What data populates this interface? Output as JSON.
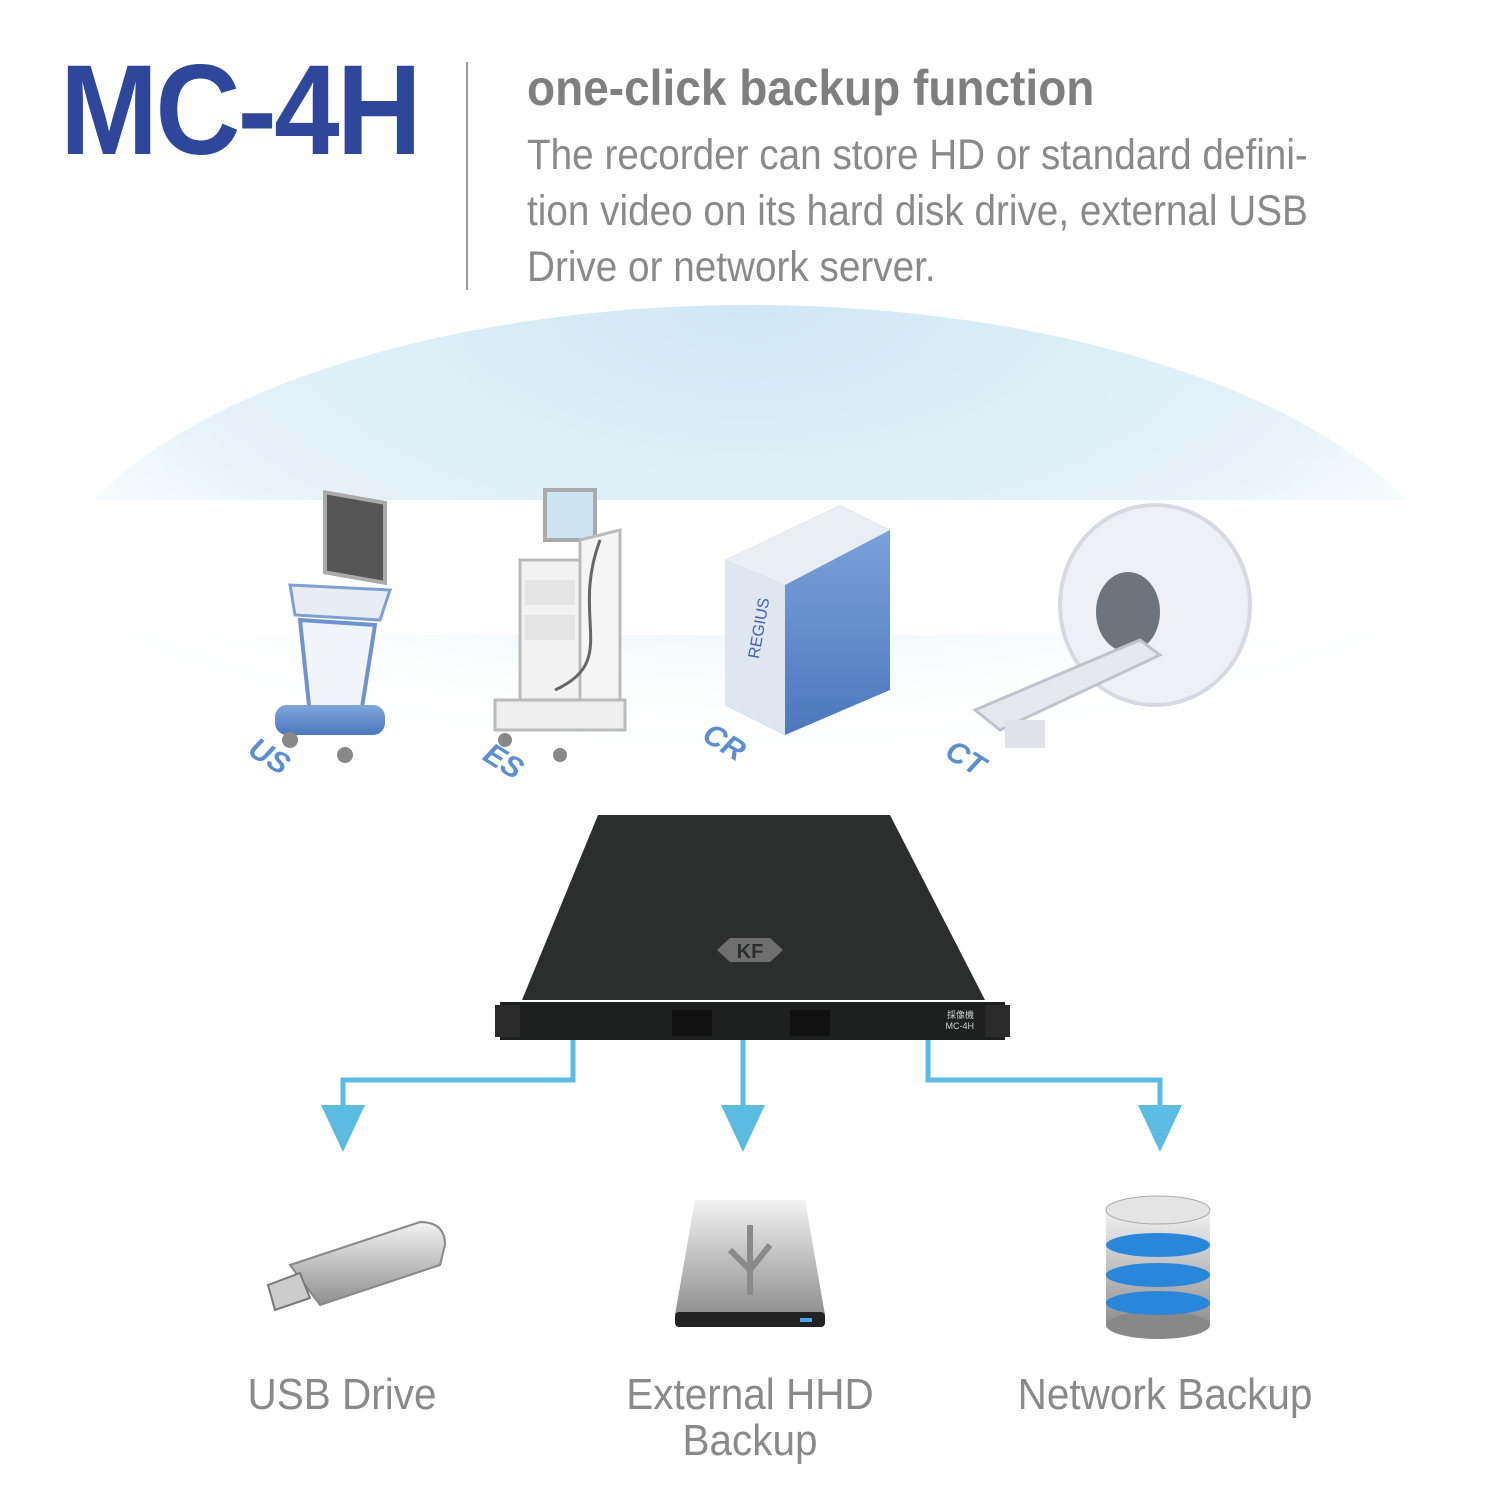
{
  "header": {
    "model": "MC-4H",
    "heading": "one-click backup function",
    "description_lines": [
      "The recorder can store HD or standard defini-",
      "tion video on its hard disk drive, external USB",
      "Drive or network server."
    ]
  },
  "modalities": [
    {
      "label": "US",
      "icon": "ultrasound-icon"
    },
    {
      "label": "ES",
      "icon": "endoscope-icon"
    },
    {
      "label": "CR",
      "icon": "cr-reader-icon"
    },
    {
      "label": "CT",
      "icon": "ct-scanner-icon"
    }
  ],
  "recorder": {
    "logo": "KF",
    "panel_text": "採像機 MC-4H"
  },
  "destinations": [
    {
      "label": "USB Drive",
      "icon": "usb-drive-icon"
    },
    {
      "label": "External HHD Backup",
      "icon": "external-hdd-icon"
    },
    {
      "label": "Network Backup",
      "icon": "database-icon"
    }
  ],
  "colors": {
    "brand": "#2f479b",
    "text": "#8a8a8a",
    "arrow": "#5bbbe0",
    "label": "#5d8fd0"
  }
}
